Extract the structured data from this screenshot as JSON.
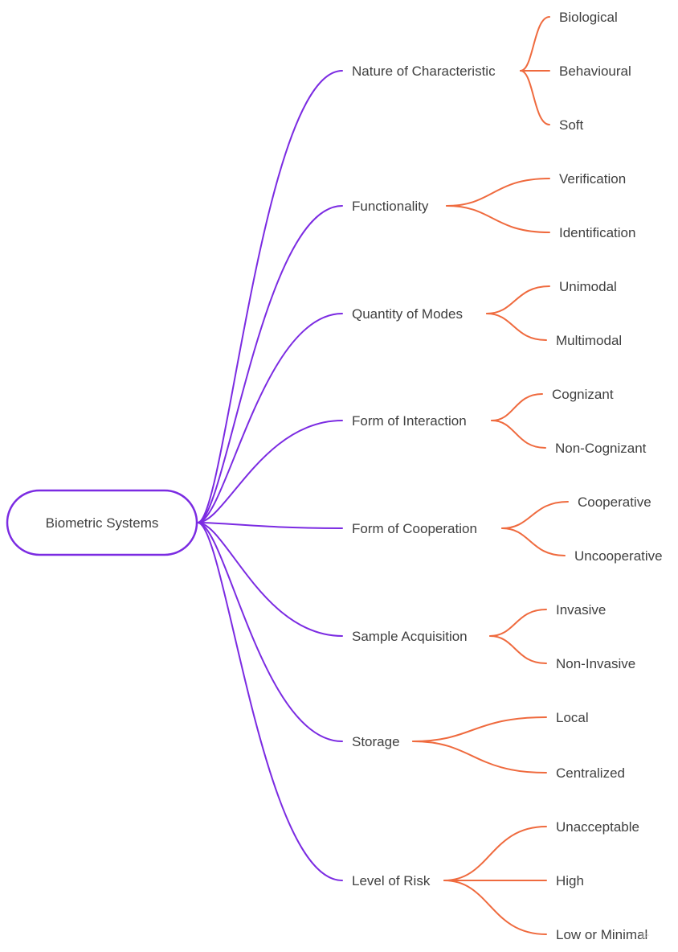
{
  "mindmap": {
    "root": "Biometric Systems",
    "colors": {
      "primary_branch": "#7b2be2",
      "secondary_branch": "#ef6a3e",
      "text": "#404040"
    },
    "branches": [
      {
        "label": "Nature of Characteristic",
        "children": [
          "Biological",
          "Behavioural",
          "Soft"
        ]
      },
      {
        "label": "Functionality",
        "children": [
          "Verification",
          "Identification"
        ]
      },
      {
        "label": "Quantity of Modes",
        "children": [
          "Unimodal",
          "Multimodal"
        ]
      },
      {
        "label": "Form of Interaction",
        "children": [
          "Cognizant",
          "Non-Cognizant"
        ]
      },
      {
        "label": "Form of Cooperation",
        "children": [
          "Cooperative",
          "Uncooperative"
        ]
      },
      {
        "label": "Sample Acquisition",
        "children": [
          "Invasive",
          "Non-Invasive"
        ]
      },
      {
        "label": "Storage",
        "children": [
          "Local",
          "Centralized"
        ]
      },
      {
        "label": "Level of Risk",
        "children": [
          "Unacceptable",
          "High",
          "Low or Minimal"
        ]
      }
    ]
  }
}
